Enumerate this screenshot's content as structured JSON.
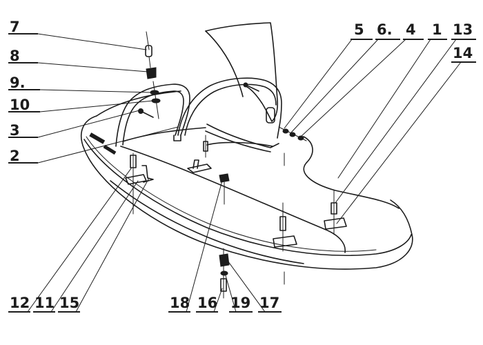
{
  "diagram": {
    "callouts": [
      {
        "id": "7",
        "label": "7"
      },
      {
        "id": "8",
        "label": "8"
      },
      {
        "id": "9",
        "label": "9."
      },
      {
        "id": "10",
        "label": "10"
      },
      {
        "id": "3",
        "label": "3"
      },
      {
        "id": "2",
        "label": "2"
      },
      {
        "id": "5",
        "label": "5"
      },
      {
        "id": "6",
        "label": "6."
      },
      {
        "id": "4",
        "label": "4"
      },
      {
        "id": "1",
        "label": "1"
      },
      {
        "id": "13",
        "label": "13"
      },
      {
        "id": "14",
        "label": "14"
      },
      {
        "id": "12",
        "label": "12"
      },
      {
        "id": "11",
        "label": "11"
      },
      {
        "id": "15",
        "label": "15"
      },
      {
        "id": "18",
        "label": "18"
      },
      {
        "id": "16",
        "label": "16"
      },
      {
        "id": "19",
        "label": "19"
      },
      {
        "id": "17",
        "label": "17"
      }
    ]
  }
}
